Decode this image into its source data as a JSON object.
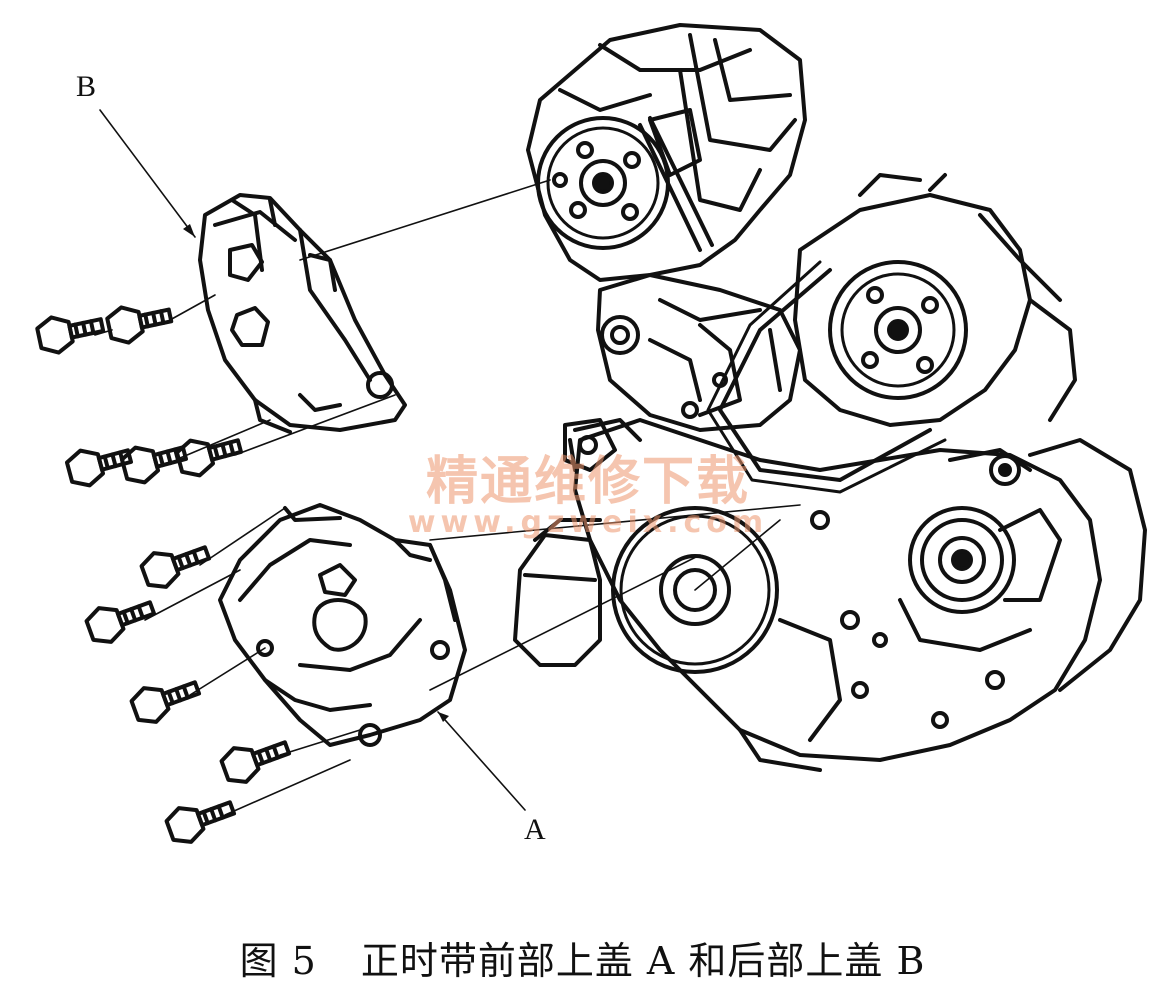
{
  "diagram": {
    "callouts": {
      "a": "A",
      "b": "B"
    },
    "caption": {
      "figure": "图 5",
      "text": "正时带前部上盖 A 和后部上盖 B"
    },
    "watermark": {
      "cn": "精通维修下载",
      "url": "www.gzweix.com"
    }
  }
}
